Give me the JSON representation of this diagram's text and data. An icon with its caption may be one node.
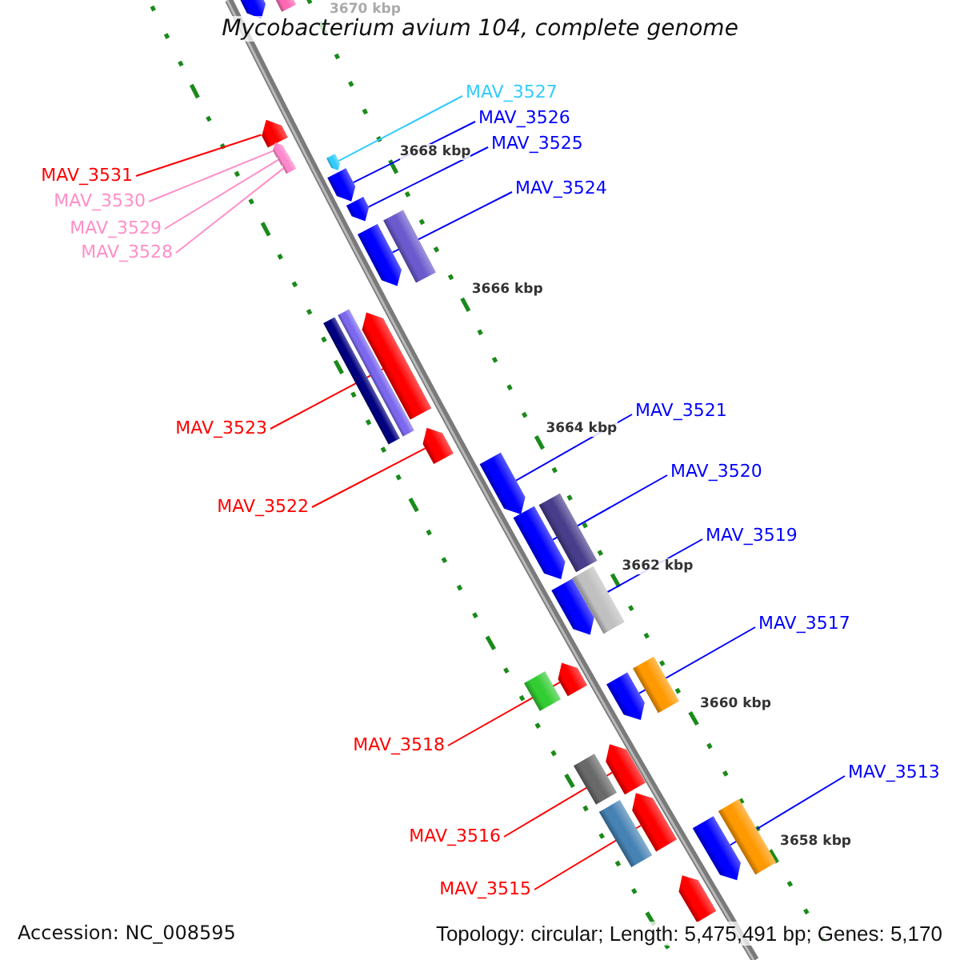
{
  "diagram": {
    "title": "Mycobacterium avium 104, complete genome",
    "nodes": [
      {
        "text": [],
        "shape": "arrow"
      },
      {
        "text": [],
        "shape": "bar"
      },
      {
        "text": [],
        "shape": "arrow"
      },
      {
        "text": [],
        "shape": "arrow"
      },
      {
        "text": [],
        "shape": "arrow"
      },
      {
        "text": [],
        "shape": "arrow"
      },
      {
        "text": [],
        "shape": "arrow"
      },
      {
        "text": [],
        "shape": "arrow"
      },
      {
        "text": [],
        "shape": "arrow"
      },
      {
        "text": [],
        "shape": "arrow"
      },
      {
        "text": [],
        "shape": "bar"
      },
      {
        "text": [],
        "shape": "bar"
      },
      {
        "text": [],
        "shape": "bar"
      },
      {
        "text": [],
        "shape": "arrow"
      },
      {
        "text": [],
        "shape": "arrow"
      },
      {
        "text": [],
        "shape": "arrow"
      },
      {
        "text": [],
        "shape": "arrow"
      },
      {
        "text": [],
        "shape": "bar"
      },
      {
        "text": [],
        "shape": "arrow"
      },
      {
        "text": [],
        "shape": "bar"
      },
      {
        "text": [],
        "shape": "bar"
      },
      {
        "text": [],
        "shape": "arrow"
      },
      {
        "text": [],
        "shape": "arrow"
      },
      {
        "text": [],
        "shape": "bar"
      },
      {
        "text": [],
        "shape": "bar"
      },
      {
        "text": [],
        "shape": "arrow"
      },
      {
        "text": [],
        "shape": "bar"
      },
      {
        "text": [],
        "shape": "arrow"
      },
      {
        "text": [],
        "shape": "arrow"
      },
      {
        "text": [],
        "shape": "bar"
      },
      {
        "text": [],
        "shape": "arrow"
      },
      {
        "text": [
          "MAV_3527"
        ]
      },
      {
        "text": [
          "MAV_3526"
        ]
      },
      {
        "text": [
          "MAV_3525"
        ]
      },
      {
        "text": [
          "MAV_3524"
        ]
      },
      {
        "text": [
          "MAV_3531"
        ]
      },
      {
        "text": [
          "MAV_3530"
        ]
      },
      {
        "text": [
          "MAV_3529"
        ]
      },
      {
        "text": [
          "MAV_3528"
        ]
      },
      {
        "text": [
          "MAV_3523"
        ]
      },
      {
        "text": [
          "MAV_3522"
        ]
      },
      {
        "text": [
          "MAV_3521"
        ]
      },
      {
        "text": [
          "MAV_3520"
        ]
      },
      {
        "text": [
          "MAV_3519"
        ]
      },
      {
        "text": [
          "MAV_3517"
        ]
      },
      {
        "text": [
          "MAV_3518"
        ]
      },
      {
        "text": [
          "MAV_3513"
        ]
      },
      {
        "text": [
          "MAV_3516"
        ]
      },
      {
        "text": [
          "MAV_3515"
        ]
      }
    ],
    "edges": [
      {
        "from": 31,
        "to": 6,
        "arrow": "none",
        "color": "#33ccff"
      },
      {
        "from": 32,
        "to": 7,
        "arrow": "none"
      },
      {
        "from": 33,
        "to": 8,
        "arrow": "none"
      },
      {
        "from": 34,
        "to": 9,
        "arrow": "none"
      },
      {
        "from": 35,
        "to": 2,
        "arrow": "none",
        "color": "#ff0000"
      },
      {
        "from": 36,
        "to": 3,
        "arrow": "none",
        "color": "#ff8fc8"
      },
      {
        "from": 37,
        "to": 4,
        "arrow": "none",
        "color": "#ff8fc8"
      },
      {
        "from": 38,
        "to": 5,
        "arrow": "none",
        "color": "#ff8fc8"
      },
      {
        "from": 39,
        "to": 13,
        "arrow": "none",
        "color": "#ff0000"
      },
      {
        "from": 40,
        "to": 14,
        "arrow": "none",
        "color": "#ff0000"
      },
      {
        "from": 41,
        "to": 15,
        "arrow": "none"
      },
      {
        "from": 42,
        "to": 16,
        "arrow": "none"
      },
      {
        "from": 43,
        "to": 18,
        "arrow": "none"
      },
      {
        "from": 44,
        "to": 22,
        "arrow": "none"
      },
      {
        "from": 45,
        "to": 21,
        "arrow": "none",
        "color": "#ff0000"
      },
      {
        "from": 46,
        "to": 28,
        "arrow": "none"
      },
      {
        "from": 47,
        "to": 25,
        "arrow": "none",
        "color": "#ff0000"
      },
      {
        "from": 48,
        "to": 27,
        "arrow": "none",
        "color": "#ff0000"
      }
    ],
    "labels": [
      "3670 kbp",
      "3668 kbp",
      "3666 kbp",
      "3664 kbp",
      "3662 kbp",
      "3660 kbp",
      "3658 kbp",
      "Accession: NC_008595",
      "Topology: circular; Length: 5,475,491 bp; Genes: 5,170"
    ]
  }
}
